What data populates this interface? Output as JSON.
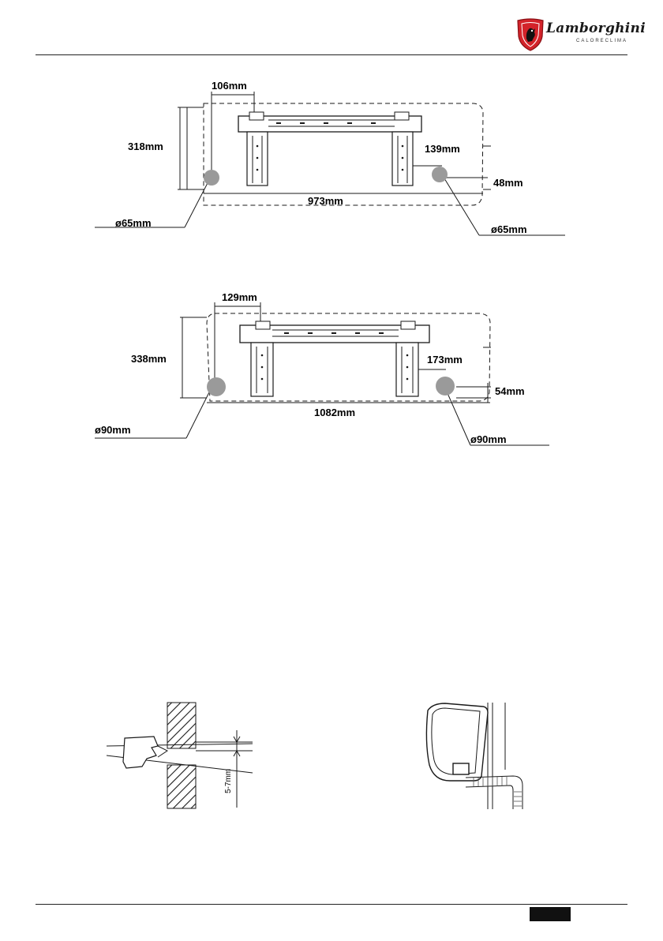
{
  "brand": {
    "name": "Lamborghini",
    "subtitle": "CALORECLIMA"
  },
  "diagram_top": {
    "dim_top": "106mm",
    "dim_height": "318mm",
    "dim_right_inner": "139mm",
    "dim_right_offset": "48mm",
    "dim_width": "973mm",
    "hole_left": "ø65mm",
    "hole_right": "ø65mm"
  },
  "diagram_bottom": {
    "dim_top": "129mm",
    "dim_height": "338mm",
    "dim_right_inner": "173mm",
    "dim_right_offset": "54mm",
    "dim_width": "1082mm",
    "hole_left": "ø90mm",
    "hole_right": "ø90mm"
  },
  "drill_diagram": {
    "slope_label": "5-7mm"
  },
  "colors": {
    "logo_red": "#d3232a",
    "hole_fill": "#9a9a9a",
    "line": "#1a1a1a"
  }
}
